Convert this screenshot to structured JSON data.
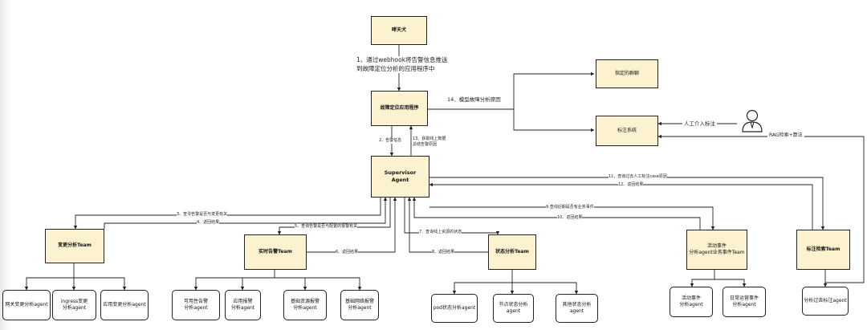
{
  "nodes": {
    "watchdog": "哮天犬",
    "fault_app": "故障定位应用程序",
    "supervisor": "Supervisor\nAgent",
    "designated_group": "指定的群聊",
    "label_system": "标注系统",
    "change_team": "变更分析Team",
    "realtime_team": "实时告警Team",
    "status_team": "状态分析Team",
    "activity_team": "活动事件\n分析agent业务事件Team",
    "label_search_team": "标注检索Team",
    "gateway_agent": "网关变更分析agent",
    "ingress_agent": "ingress变更\n分析agent",
    "app_change_agent": "应用变更分析agent",
    "availability_agent": "可用性告警\n分析agent",
    "app_alert_agent": "应用报警\n分析agent",
    "infra_alert_agent": "基础资源报警\n分析agent",
    "network_alert_agent": "基础网络报警\n分析agent",
    "pod_agent": "pod状态分析agent",
    "node_agent": "节点状态分析agent",
    "other_agent": "其他状态分析agent",
    "activity_agent": "活动事件\n分析agent",
    "daily_ops_agent": "日常运营事件\n分析agent",
    "past_label_agent": "分析过去标注agent"
  },
  "edges": {
    "e1": "1、通过webhook将告警信息推送\n到故障定位分析的应用程序中",
    "e2": "2、告警信息",
    "e13": "13、获取线上数据\n总结告警原因",
    "e14": "14、模型故障分析原因",
    "manual": "人工介入标注",
    "rag": "RAG检索+算法",
    "e3": "3、查寻告警是否与变更有关",
    "e4": "4、返回结果",
    "e5": "5、查询告警是否与配置的报警有关",
    "e6": "6、返回结果",
    "e7": "7、查询线上资源的状态",
    "e8": "8、返回结果",
    "e9": "9.查询近期是否有业务事件",
    "e10": "10、返回结果",
    "e11": "11、查询过去人工标注case原因",
    "e12": "12、返回结果"
  },
  "colors": {
    "node_fill": "#fcf2cf",
    "stroke": "#222222"
  },
  "icons": {
    "person": "person-icon"
  }
}
